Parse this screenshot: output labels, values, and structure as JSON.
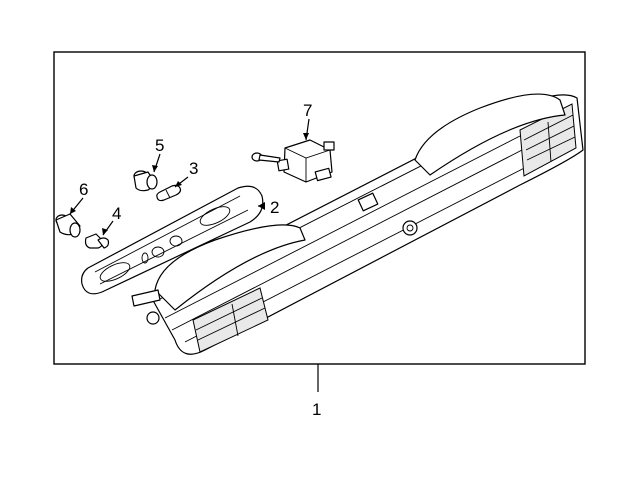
{
  "callouts": {
    "c1": "1",
    "c2": "2",
    "c3": "3",
    "c4": "4",
    "c5": "5",
    "c6": "6",
    "c7": "7"
  },
  "parts": [
    {
      "callout": "1",
      "icon": "tail-lamp-assembly"
    },
    {
      "callout": "2",
      "icon": "bulb-holder-plate"
    },
    {
      "callout": "3",
      "icon": "bulb"
    },
    {
      "callout": "4",
      "icon": "bulb"
    },
    {
      "callout": "5",
      "icon": "socket"
    },
    {
      "callout": "6",
      "icon": "socket"
    },
    {
      "callout": "7",
      "icon": "connector-module"
    }
  ]
}
